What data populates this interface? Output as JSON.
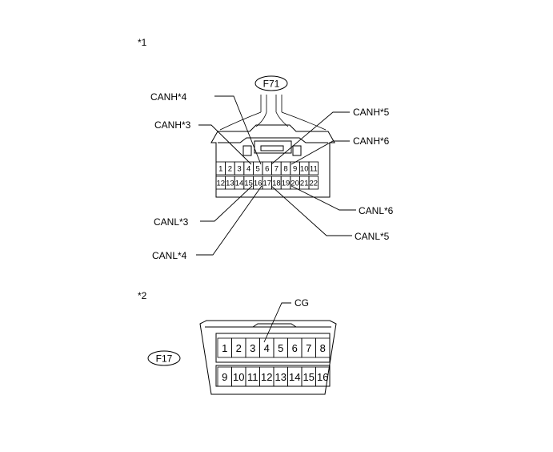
{
  "connector1": {
    "note": "*1",
    "id": "F71",
    "labels": {
      "canh4": "CANH*4",
      "canh3": "CANH*3",
      "canh5": "CANH*5",
      "canh6": "CANH*6",
      "canl3": "CANL*3",
      "canl4": "CANL*4",
      "canl6": "CANL*6",
      "canl5": "CANL*5"
    },
    "row1": [
      "1",
      "2",
      "3",
      "4",
      "5",
      "6",
      "7",
      "8",
      "9",
      "10",
      "11"
    ],
    "row2": [
      "12",
      "13",
      "14",
      "15",
      "16",
      "17",
      "18",
      "19",
      "20",
      "21",
      "22"
    ]
  },
  "connector2": {
    "note": "*2",
    "id": "F17",
    "label": "CG",
    "row1": [
      "1",
      "2",
      "3",
      "4",
      "5",
      "6",
      "7",
      "8"
    ],
    "row2": [
      "9",
      "10",
      "11",
      "12",
      "13",
      "14",
      "15",
      "16"
    ]
  }
}
